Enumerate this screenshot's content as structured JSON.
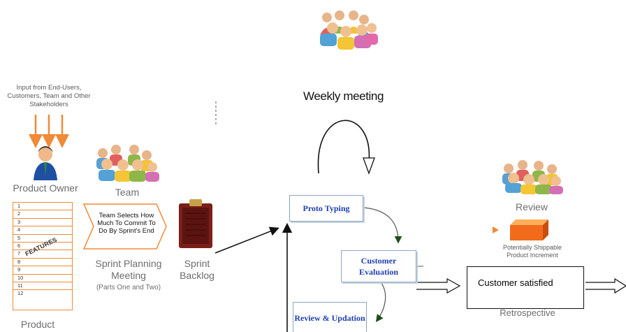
{
  "left_panel": {
    "input_text": "Input from End-Users, Customers, Team and Other Stakeholders",
    "product_owner": "Product Owner",
    "team": "Team",
    "features_label": "FEATURES",
    "feature_rows": [
      "1",
      "2",
      "3",
      "4",
      "5",
      "6",
      "7",
      "8",
      "9",
      "10",
      "11",
      "12"
    ],
    "sprint_planning_text": "Team Selects How Much To Commit To Do By Sprint's End",
    "sprint_planning_title": "Sprint Planning Meeting",
    "sprint_planning_sub": "(Parts One and Two)",
    "sprint_backlog": "Sprint Backlog",
    "product_backlog": "Product"
  },
  "center": {
    "weekly_meeting": "Weekly meeting",
    "proto_typing": "Proto Typing",
    "customer_evaluation": "Customer Evaluation",
    "review_updation": "Review & Updation"
  },
  "right_panel": {
    "review": "Review",
    "increment": "Potentially Shippable Product Increment",
    "customer_satisfied": "Customer satisfied",
    "retrospective": "Retrospective"
  },
  "colors": {
    "orange": "#f08a36",
    "box_text": "#1f3fae",
    "box_border": "#8ea6c2",
    "gray_text": "#6d6d6d"
  }
}
